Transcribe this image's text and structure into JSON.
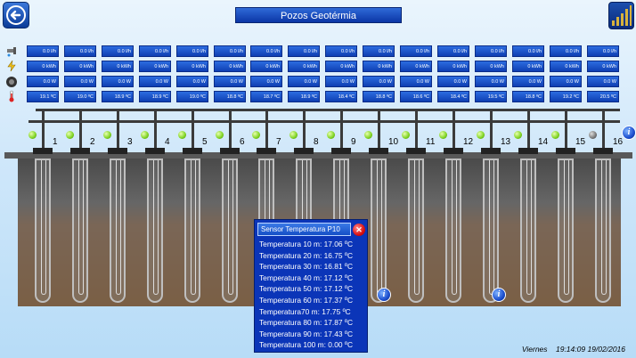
{
  "header": {
    "title": "Pozos Geotérmia"
  },
  "wells": [
    {
      "num": "1",
      "flow": "0.0 l/h",
      "energy": "0 kWh",
      "power": "0.0 W",
      "temp": "19.1 ºC",
      "status": "on"
    },
    {
      "num": "2",
      "flow": "0.0 l/h",
      "energy": "0 kWh",
      "power": "0.0 W",
      "temp": "19.0 ºC",
      "status": "on"
    },
    {
      "num": "3",
      "flow": "0.0 l/h",
      "energy": "0 kWh",
      "power": "0.0 W",
      "temp": "18.9 ºC",
      "status": "on"
    },
    {
      "num": "4",
      "flow": "0.0 l/h",
      "energy": "0 kWh",
      "power": "0.0 W",
      "temp": "18.9 ºC",
      "status": "on"
    },
    {
      "num": "5",
      "flow": "0.0 l/h",
      "energy": "0 kWh",
      "power": "0.0 W",
      "temp": "19.0 ºC",
      "status": "on"
    },
    {
      "num": "6",
      "flow": "0.0 l/h",
      "energy": "0 kWh",
      "power": "0.0 W",
      "temp": "18.8 ºC",
      "status": "on"
    },
    {
      "num": "7",
      "flow": "0.0 l/h",
      "energy": "0 kWh",
      "power": "0.0 W",
      "temp": "18.7 ºC",
      "status": "on"
    },
    {
      "num": "8",
      "flow": "0.0 l/h",
      "energy": "0 kWh",
      "power": "0.0 W",
      "temp": "18.9 ºC",
      "status": "on"
    },
    {
      "num": "9",
      "flow": "0.0 l/h",
      "energy": "0 kWh",
      "power": "0.0 W",
      "temp": "18.4 ºC",
      "status": "on"
    },
    {
      "num": "10",
      "flow": "0.0 l/h",
      "energy": "0 kWh",
      "power": "0.0 W",
      "temp": "18.8 ºC",
      "status": "on"
    },
    {
      "num": "11",
      "flow": "0.0 l/h",
      "energy": "0 kWh",
      "power": "0.0 W",
      "temp": "18.6 ºC",
      "status": "on"
    },
    {
      "num": "12",
      "flow": "0.0 l/h",
      "energy": "0 kWh",
      "power": "0.0 W",
      "temp": "18.4 ºC",
      "status": "on"
    },
    {
      "num": "13",
      "flow": "0.0 l/h",
      "energy": "0 kWh",
      "power": "0.0 W",
      "temp": "19.5 ºC",
      "status": "on"
    },
    {
      "num": "14",
      "flow": "0.0 l/h",
      "energy": "0 kWh",
      "power": "0.0 W",
      "temp": "18.8 ºC",
      "status": "on"
    },
    {
      "num": "15",
      "flow": "0.0 l/h",
      "energy": "0 kWh",
      "power": "0.0 W",
      "temp": "19.2 ºC",
      "status": "on"
    },
    {
      "num": "16",
      "flow": "0.0 l/h",
      "energy": "0 kWh",
      "power": "0.0 W",
      "temp": "20.5 ºC",
      "status": "off"
    }
  ],
  "popup": {
    "title": "Sensor Temperatura P10",
    "lines": [
      "Temperatura 10 m: 17.06 ºC",
      "Temperatura 20 m: 16.75 ºC",
      "Temperatura 30 m: 16.81 ºC",
      "Temperatura 40 m: 17.12 ºC",
      "Temperatura 50 m: 17.12 ºC",
      "Temperatura 60 m: 17.37 ºC",
      "Temperatura70 m: 17.75 ºC",
      "Temperatura 80 m: 17.87 ºC",
      "Temperatura 90 m: 17.43 ºC",
      "Temperatura 100 m: 0.00 ºC"
    ]
  },
  "footer": {
    "day": "Viernes",
    "time": "19:14:09",
    "date": "19/02/2016"
  },
  "colors": {
    "cell": "#1c52cc",
    "popup": "#0b35b8",
    "led_on": "#7ed321",
    "led_off": "#777777"
  },
  "icons": {
    "back": "back-arrow-icon",
    "signal": "signal-bars-icon",
    "flow": "flow-icon",
    "energy": "energy-icon",
    "power": "pump-icon",
    "temp": "thermometer-icon",
    "info": "info-icon",
    "close": "close-icon"
  }
}
